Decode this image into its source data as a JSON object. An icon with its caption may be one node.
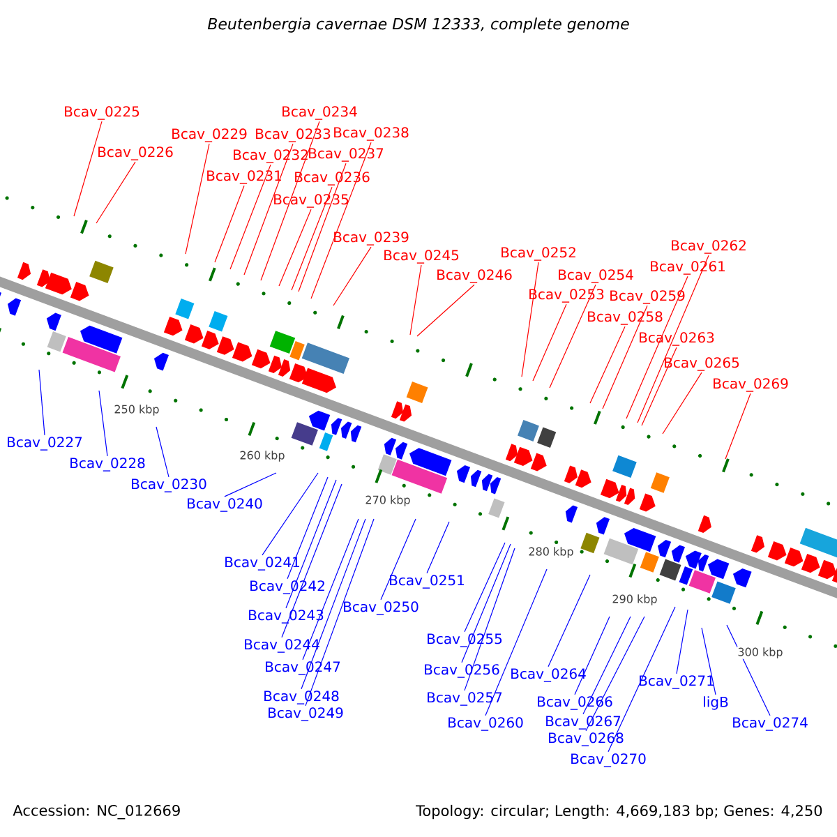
{
  "diagram": {
    "title": "Beutenbergia cavernae DSM 12333, complete genome",
    "nodes": [
      {
        "text": [
          "Bcav_0225"
        ]
      },
      {
        "text": [
          "Bcav_0226"
        ]
      },
      {
        "text": [
          "Bcav_0229"
        ]
      },
      {
        "text": [
          "Bcav_0234"
        ]
      },
      {
        "text": [
          "Bcav_0233"
        ]
      },
      {
        "text": [
          "Bcav_0238"
        ]
      },
      {
        "text": [
          "Bcav_0232"
        ]
      },
      {
        "text": [
          "Bcav_0237"
        ]
      },
      {
        "text": [
          "Bcav_0231"
        ]
      },
      {
        "text": [
          "Bcav_0236"
        ]
      },
      {
        "text": [
          "Bcav_0235"
        ]
      },
      {
        "text": [
          "Bcav_0239"
        ]
      },
      {
        "text": [
          "Bcav_0252"
        ]
      },
      {
        "text": [
          "Bcav_0245"
        ]
      },
      {
        "text": [
          "Bcav_0246"
        ]
      },
      {
        "text": [
          "Bcav_0262"
        ]
      },
      {
        "text": [
          "Bcav_0261"
        ]
      },
      {
        "text": [
          "Bcav_0254"
        ]
      },
      {
        "text": [
          "Bcav_0253"
        ]
      },
      {
        "text": [
          "Bcav_0259"
        ]
      },
      {
        "text": [
          "Bcav_0258"
        ]
      },
      {
        "text": [
          "Bcav_0263"
        ]
      },
      {
        "text": [
          "Bcav_0265"
        ]
      },
      {
        "text": [
          "Bcav_0269"
        ]
      },
      {
        "text": [
          "Bcav_0227"
        ]
      },
      {
        "text": [
          "Bcav_0228"
        ]
      },
      {
        "text": [
          "Bcav_0230"
        ]
      },
      {
        "text": [
          "Bcav_0240"
        ]
      },
      {
        "text": [
          "Bcav_0241"
        ]
      },
      {
        "text": [
          "Bcav_0242"
        ]
      },
      {
        "text": [
          "Bcav_0243"
        ]
      },
      {
        "text": [
          "Bcav_0244"
        ]
      },
      {
        "text": [
          "Bcav_0247"
        ]
      },
      {
        "text": [
          "Bcav_0248"
        ]
      },
      {
        "text": [
          "Bcav_0249"
        ]
      },
      {
        "text": [
          "Bcav_0250"
        ]
      },
      {
        "text": [
          "Bcav_0251"
        ]
      },
      {
        "text": [
          "Bcav_0255"
        ]
      },
      {
        "text": [
          "Bcav_0256"
        ]
      },
      {
        "text": [
          "Bcav_0257"
        ]
      },
      {
        "text": [
          "Bcav_0260"
        ]
      },
      {
        "text": [
          "Bcav_0264"
        ]
      },
      {
        "text": [
          "Bcav_0266"
        ]
      },
      {
        "text": [
          "Bcav_0267"
        ]
      },
      {
        "text": [
          "Bcav_0268"
        ]
      },
      {
        "text": [
          "Bcav_0270"
        ]
      },
      {
        "text": [
          "Bcav_0271"
        ]
      },
      {
        "text": [
          "ligB"
        ]
      },
      {
        "text": [
          "Bcav_0274"
        ]
      }
    ],
    "edges": [
      {
        "from": 0,
        "to": null,
        "arrow": "none",
        "color": "#ff0000"
      },
      {
        "from": 1,
        "to": null,
        "arrow": "none",
        "color": "#ff0000"
      },
      {
        "from": 2,
        "to": null,
        "arrow": "none",
        "color": "#ff0000"
      },
      {
        "from": 3,
        "to": null,
        "arrow": "none",
        "color": "#ff0000"
      },
      {
        "from": 4,
        "to": null,
        "arrow": "none",
        "color": "#ff0000"
      },
      {
        "from": 5,
        "to": null,
        "arrow": "none",
        "color": "#ff0000"
      },
      {
        "from": 6,
        "to": null,
        "arrow": "none",
        "color": "#ff0000"
      },
      {
        "from": 7,
        "to": null,
        "arrow": "none",
        "color": "#ff0000"
      },
      {
        "from": 8,
        "to": null,
        "arrow": "none",
        "color": "#ff0000"
      },
      {
        "from": 9,
        "to": null,
        "arrow": "none",
        "color": "#ff0000"
      },
      {
        "from": 10,
        "to": null,
        "arrow": "none",
        "color": "#ff0000"
      },
      {
        "from": 11,
        "to": null,
        "arrow": "none",
        "color": "#ff0000"
      },
      {
        "from": 12,
        "to": null,
        "arrow": "none",
        "color": "#ff0000"
      },
      {
        "from": 13,
        "to": null,
        "arrow": "none",
        "color": "#ff0000"
      },
      {
        "from": 14,
        "to": null,
        "arrow": "none",
        "color": "#ff0000"
      },
      {
        "from": 15,
        "to": null,
        "arrow": "none",
        "color": "#ff0000"
      },
      {
        "from": 16,
        "to": null,
        "arrow": "none",
        "color": "#ff0000"
      },
      {
        "from": 17,
        "to": null,
        "arrow": "none",
        "color": "#ff0000"
      },
      {
        "from": 18,
        "to": null,
        "arrow": "none",
        "color": "#ff0000"
      },
      {
        "from": 19,
        "to": null,
        "arrow": "none",
        "color": "#ff0000"
      },
      {
        "from": 20,
        "to": null,
        "arrow": "none",
        "color": "#ff0000"
      },
      {
        "from": 21,
        "to": null,
        "arrow": "none",
        "color": "#ff0000"
      },
      {
        "from": 22,
        "to": null,
        "arrow": "none",
        "color": "#ff0000"
      },
      {
        "from": 23,
        "to": null,
        "arrow": "none",
        "color": "#ff0000"
      },
      {
        "from": 24,
        "to": null,
        "arrow": "none"
      },
      {
        "from": 25,
        "to": null,
        "arrow": "none"
      },
      {
        "from": 26,
        "to": null,
        "arrow": "none"
      },
      {
        "from": 27,
        "to": null,
        "arrow": "none"
      },
      {
        "from": 28,
        "to": null,
        "arrow": "none"
      },
      {
        "from": 29,
        "to": null,
        "arrow": "none"
      },
      {
        "from": 30,
        "to": null,
        "arrow": "none"
      },
      {
        "from": 31,
        "to": null,
        "arrow": "none"
      },
      {
        "from": 32,
        "to": null,
        "arrow": "none"
      },
      {
        "from": 33,
        "to": null,
        "arrow": "none"
      },
      {
        "from": 34,
        "to": null,
        "arrow": "none"
      },
      {
        "from": 35,
        "to": null,
        "arrow": "none"
      },
      {
        "from": 36,
        "to": null,
        "arrow": "none"
      },
      {
        "from": 37,
        "to": null,
        "arrow": "none"
      },
      {
        "from": 38,
        "to": null,
        "arrow": "none"
      },
      {
        "from": 39,
        "to": null,
        "arrow": "none"
      },
      {
        "from": 40,
        "to": null,
        "arrow": "none"
      },
      {
        "from": 41,
        "to": null,
        "arrow": "none"
      },
      {
        "from": 42,
        "to": null,
        "arrow": "none"
      },
      {
        "from": 43,
        "to": null,
        "arrow": "none"
      },
      {
        "from": 44,
        "to": null,
        "arrow": "none"
      },
      {
        "from": 45,
        "to": null,
        "arrow": "none"
      },
      {
        "from": 46,
        "to": null,
        "arrow": "none"
      },
      {
        "from": 47,
        "to": null,
        "arrow": "none"
      },
      {
        "from": 48,
        "to": null,
        "arrow": "none"
      }
    ],
    "labels": [
      "250 kbp",
      "260 kbp",
      "270 kbp",
      "280 kbp",
      "290 kbp",
      "300 kbp",
      "Accession: NC_012669",
      "Topology: circular; Length: 4,669,183 bp; Genes: 4,250"
    ]
  }
}
